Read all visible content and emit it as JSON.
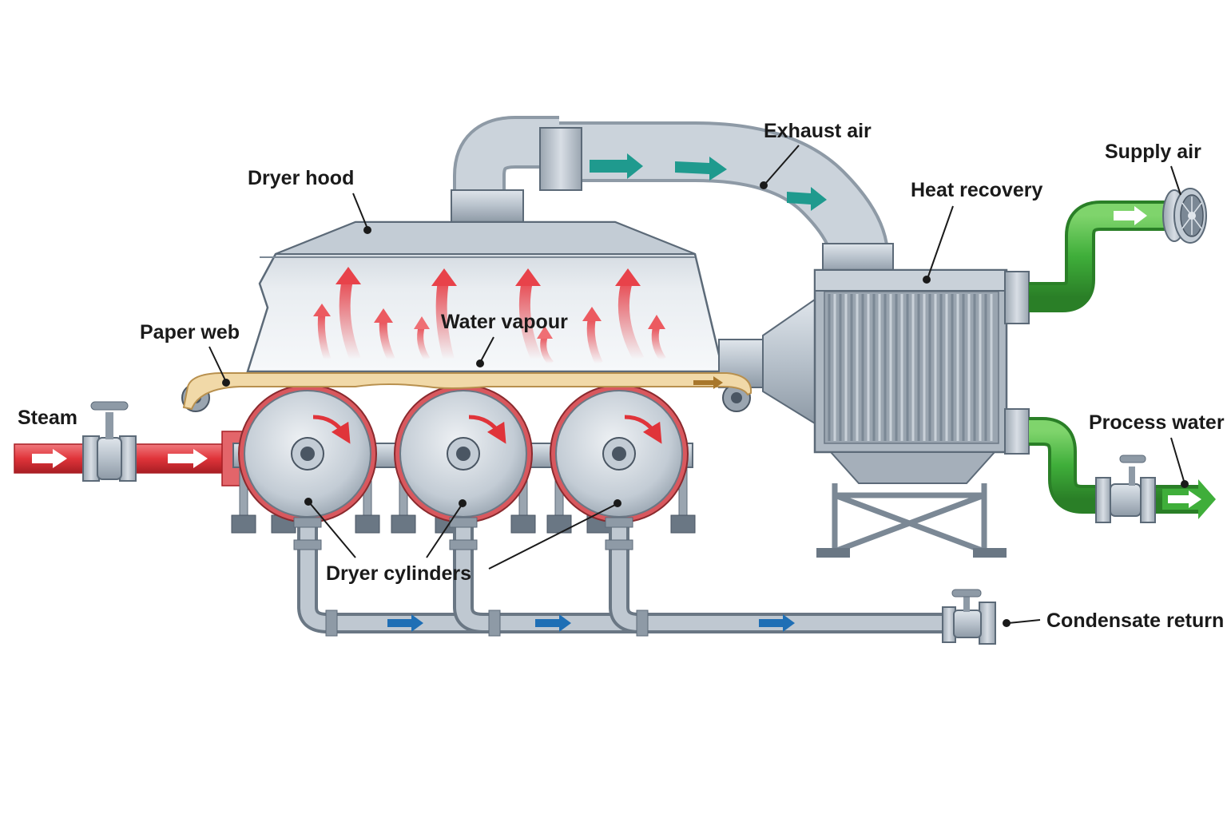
{
  "labels": {
    "dryer_hood": "Dryer hood",
    "exhaust_air": "Exhaust air",
    "supply_air": "Supply air",
    "heat_recovery": "Heat recovery",
    "paper_web": "Paper web",
    "water_vapour": "Water vapour",
    "steam": "Steam",
    "process_water": "Process water",
    "dryer_cylinders": "Dryer cylinders",
    "condensate_return": "Condensate return"
  },
  "colors": {
    "steel": "#b9c3cd",
    "steel_dark": "#7b8895",
    "steam_pipe": "#e0343a",
    "exhaust_arrow": "#1f9a8e",
    "supply_pipe": "#3fae3a",
    "condensate_arrow": "#1f6fb5",
    "paper_web": "#f1d9a8",
    "vapour": "#e8424a"
  },
  "icons": [
    "steam-valve-icon",
    "fan-icon",
    "water-valve-icon",
    "condensate-valve-icon",
    "flow-arrow-icon",
    "rotation-arrow-icon"
  ]
}
